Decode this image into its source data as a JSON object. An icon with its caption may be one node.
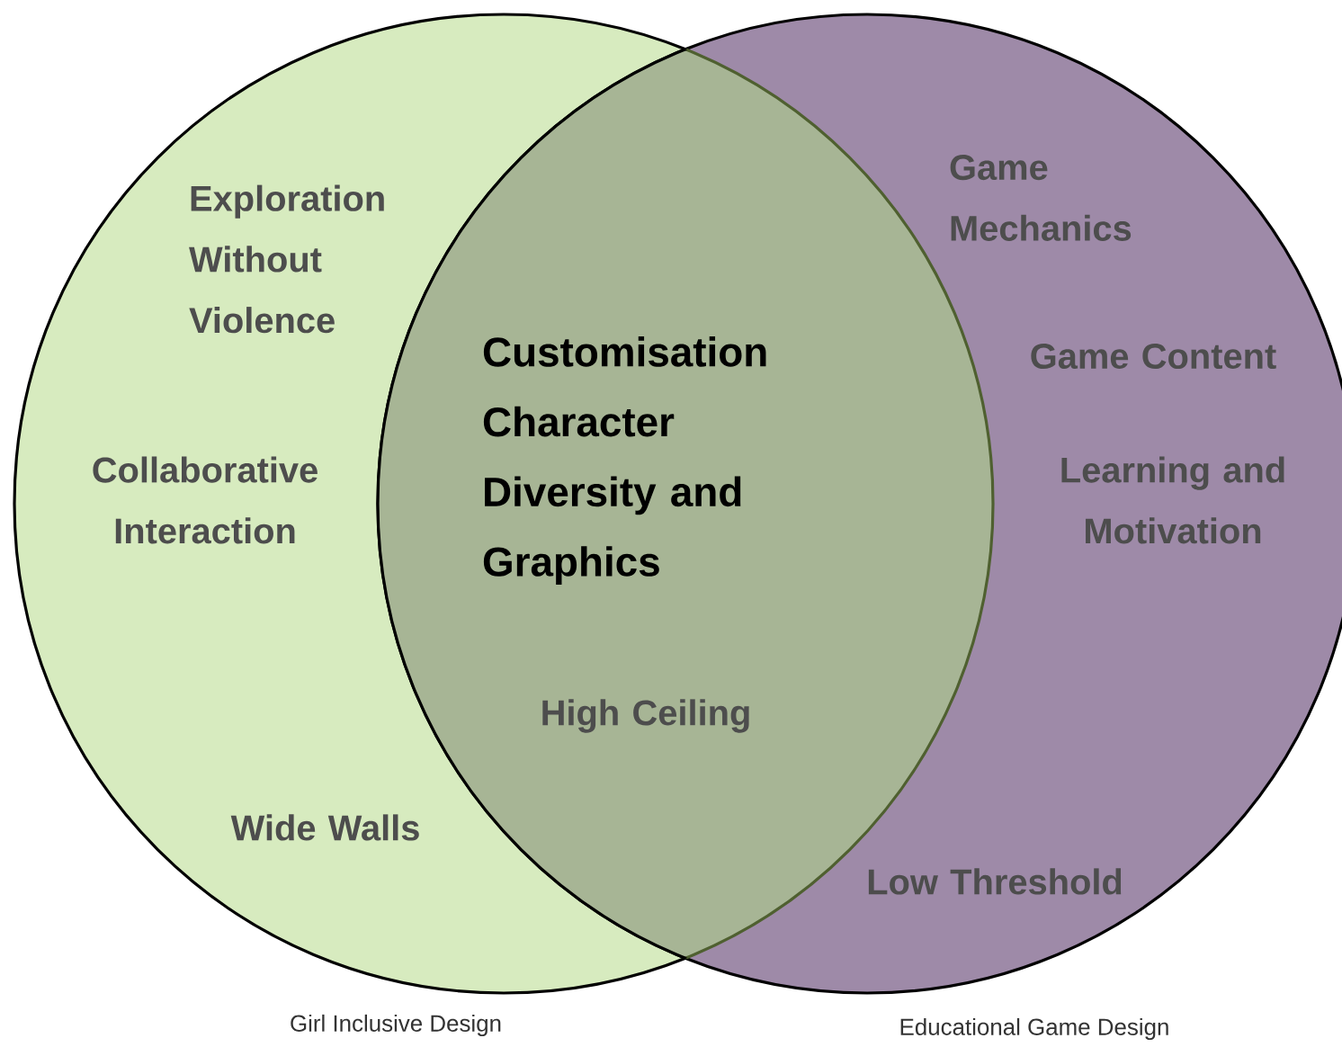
{
  "diagram": {
    "nodes": [
      {
        "text": [
          "Exploration Without Violence",
          "Collaborative Interaction",
          "Wide Walls"
        ],
        "beside": [
          "Girl Inclusive Design"
        ]
      },
      {
        "text": [
          "Game Mechanics",
          "Game Content",
          "Learning and Motivation",
          "Low Threshold"
        ],
        "beside": [
          "Educational Game Design"
        ]
      },
      {
        "text": [
          "Customisation Character Diversity and Graphics",
          "High Ceiling"
        ]
      }
    ]
  }
}
